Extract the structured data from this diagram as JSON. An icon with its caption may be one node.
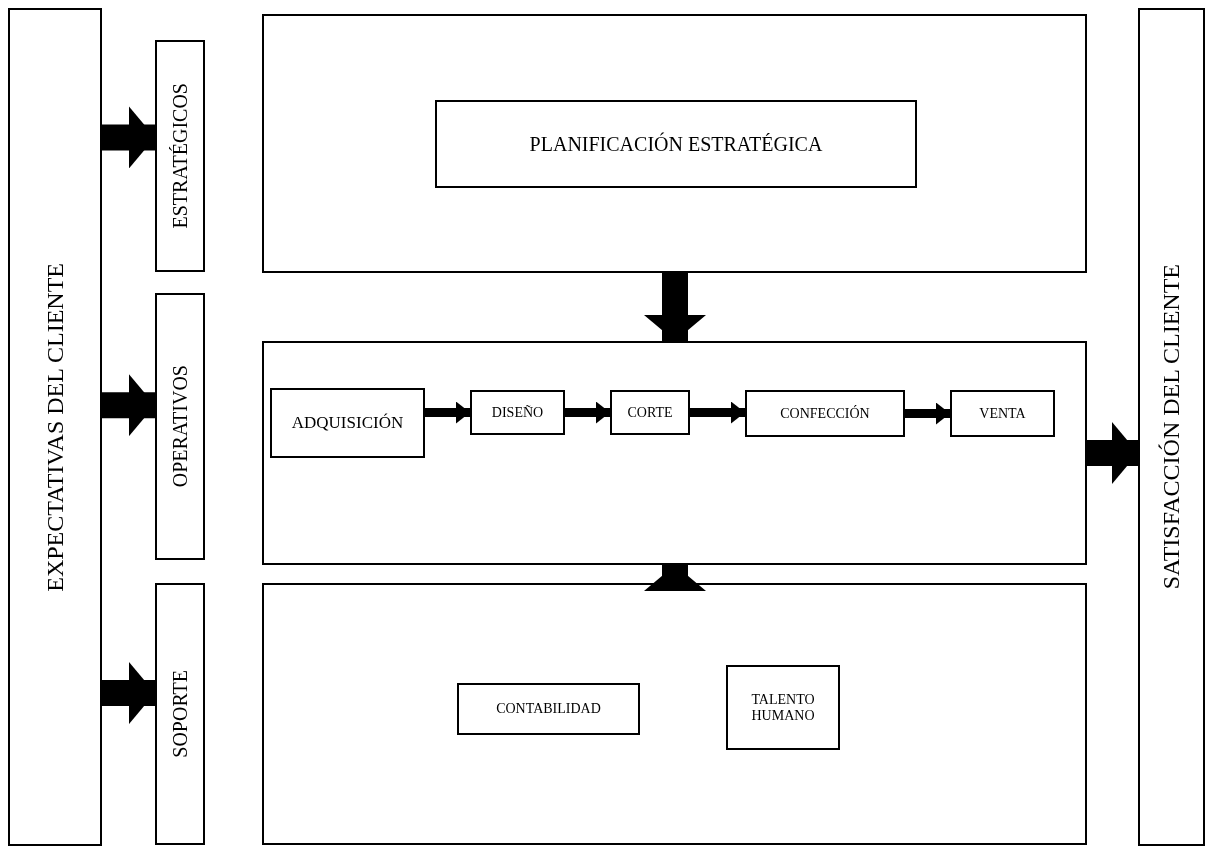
{
  "diagram": {
    "nodes": [
      {
        "text": [
          "EXPECTATIVAS DEL CLIENTE"
        ]
      },
      {
        "text": [
          "ESTRATÉGICOS"
        ]
      },
      {
        "text": [
          "OPERATIVOS"
        ]
      },
      {
        "text": [
          "SOPORTE"
        ]
      },
      {
        "text": [],
        "shape": "box"
      },
      {
        "text": [
          "PLANIFICACIÓN ESTRATÉGICA"
        ],
        "in": 4
      },
      {
        "text": [],
        "shape": "box"
      },
      {
        "text": [
          "ADQUISICIÓN"
        ],
        "in": 6
      },
      {
        "text": [
          "DISEÑO"
        ],
        "in": 6
      },
      {
        "text": [
          "CORTE"
        ],
        "in": 6
      },
      {
        "text": [
          "CONFECCIÓN"
        ],
        "in": 6
      },
      {
        "text": [
          "VENTA"
        ],
        "in": 6
      },
      {
        "text": [],
        "shape": "box"
      },
      {
        "text": [
          "CONTABILIDAD"
        ],
        "in": 12
      },
      {
        "text": [
          "TALENTO HUMANO"
        ],
        "in": 12
      },
      {
        "text": [
          "SATISFACCIÓN DEL CLIENTE"
        ]
      }
    ],
    "edges": [
      {
        "from": 0,
        "to": 1,
        "arrow": "to"
      },
      {
        "from": 0,
        "to": 2,
        "arrow": "to"
      },
      {
        "from": 0,
        "to": 3,
        "arrow": "to"
      },
      {
        "from": 4,
        "to": 6,
        "arrow": "to"
      },
      {
        "from": 12,
        "to": 6,
        "arrow": "to"
      },
      {
        "from": 7,
        "to": 8,
        "arrow": "to"
      },
      {
        "from": 8,
        "to": 9,
        "arrow": "to"
      },
      {
        "from": 9,
        "to": 10,
        "arrow": "to"
      },
      {
        "from": 10,
        "to": 11,
        "arrow": "to"
      },
      {
        "from": 6,
        "to": 15,
        "arrow": "to"
      }
    ]
  }
}
